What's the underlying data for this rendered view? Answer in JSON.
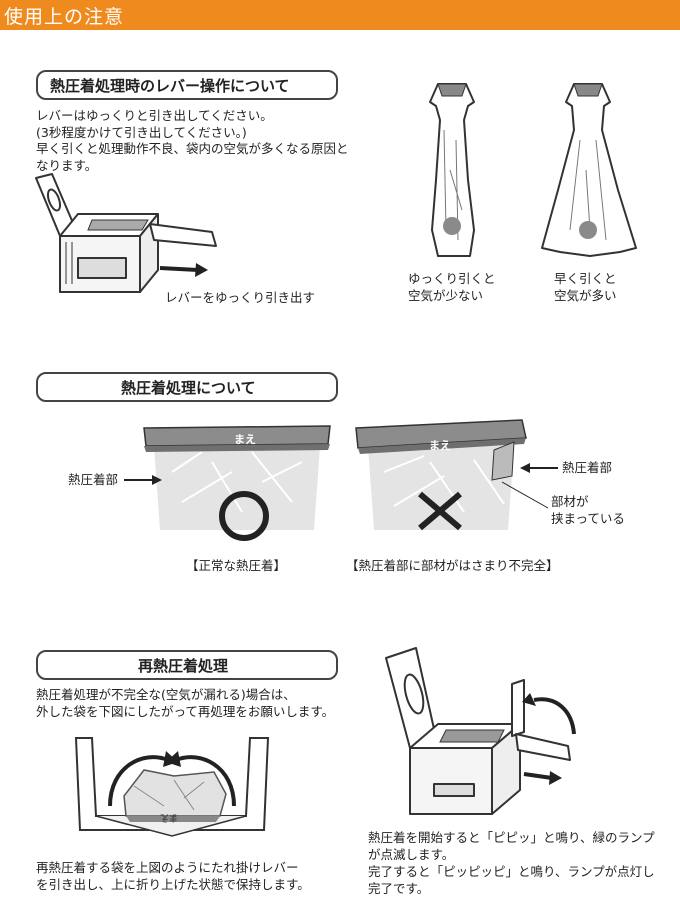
{
  "header": {
    "title": "使用上の注意"
  },
  "section1": {
    "title": "熱圧着処理時のレバー操作について",
    "lines": [
      "レバーはゆっくりと引き出してください。",
      "(3秒程度かけて引き出してください。)",
      "早く引くと処理動作不良、袋内の空気が多くなる原因と",
      "なります。"
    ],
    "device_caption": "レバーをゆっくり引き出す",
    "slow_caption": [
      "ゆっくり引くと",
      "空気が少ない"
    ],
    "fast_caption": [
      "早く引くと",
      "空気が多い"
    ]
  },
  "section2": {
    "title": "熱圧着処理について",
    "front_label": "まえ",
    "left_label": "熱圧着部",
    "right_label": "熱圧着部",
    "material_label": [
      "部材が",
      "挟まっている"
    ],
    "ok_caption": "【正常な熱圧着】",
    "ng_caption": "【熱圧着部に部材がはさまり不完全】"
  },
  "section3": {
    "title": "再熱圧着処理",
    "lines": [
      "熱圧着処理が不完全な(空気が漏れる)場合は、",
      "外した袋を下図にしたがって再処理をお願いします。"
    ],
    "tray_label": "まえ",
    "bottom_left": [
      "再熱圧着する袋を上図のようにたれ掛けレバー",
      "を引き出し、上に折り上げた状態で保持します。"
    ],
    "bottom_right": [
      "熱圧着を開始すると「ピピッ」と鳴り、緑のランプ",
      "が点滅します。",
      "完了すると「ピッピッピ」と鳴り、ランプが点灯し",
      "完了です。"
    ]
  },
  "colors": {
    "accent": "#ef8a1e",
    "band": "#8c8c8c",
    "bag": "#e4e4e4",
    "ink": "#222222"
  }
}
